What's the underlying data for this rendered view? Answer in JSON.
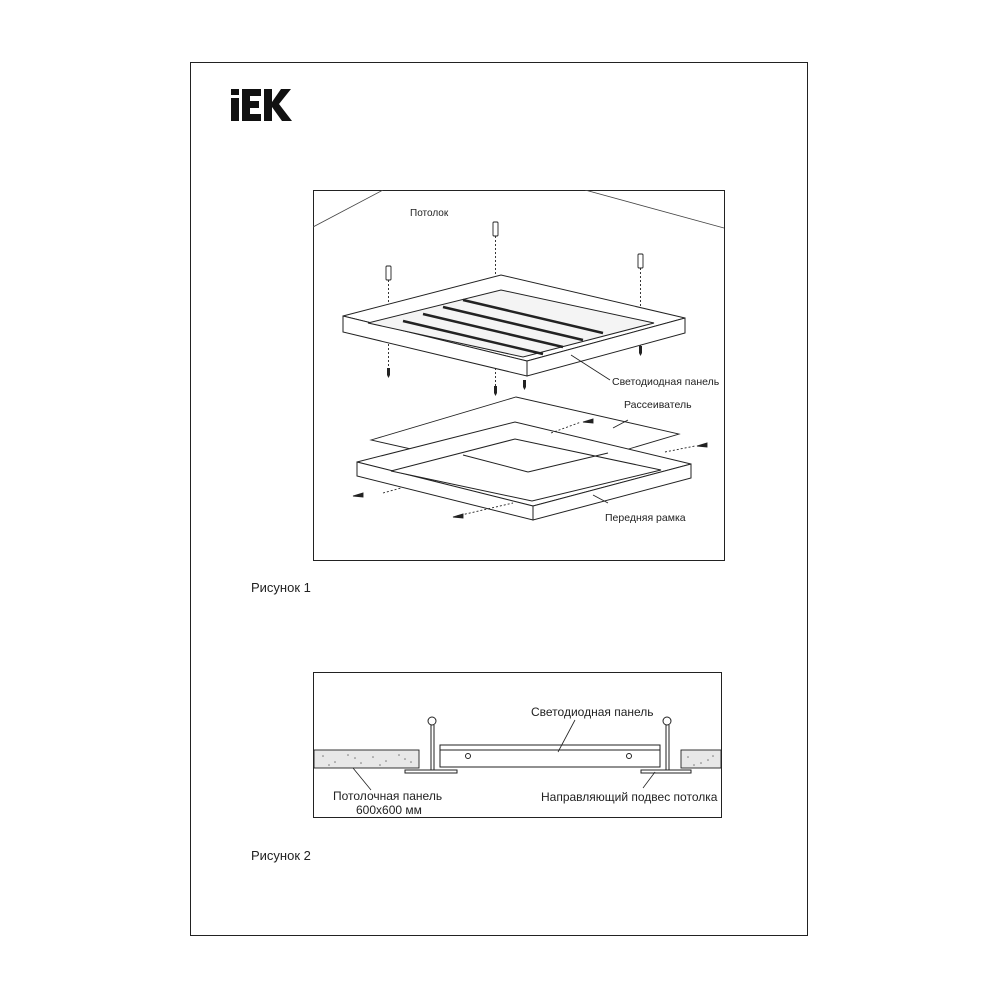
{
  "brand": {
    "logo_text": "IEK",
    "color": "#111111"
  },
  "figure1": {
    "labels": {
      "ceiling": "Потолок",
      "led_panel": "Светодиодная панель",
      "diffuser": "Рассеиватель",
      "front_frame": "Передняя рамка"
    },
    "caption": "Рисунок 1"
  },
  "figure2": {
    "labels": {
      "led_panel": "Светодиодная панель",
      "ceiling_panel_line1": "Потолочная панель",
      "ceiling_panel_line2": "600x600 мм",
      "guide_suspension": "Направляющий подвес потолка"
    },
    "caption": "Рисунок 2"
  },
  "colors": {
    "line": "#222222",
    "texture": "#e8e8e8"
  }
}
